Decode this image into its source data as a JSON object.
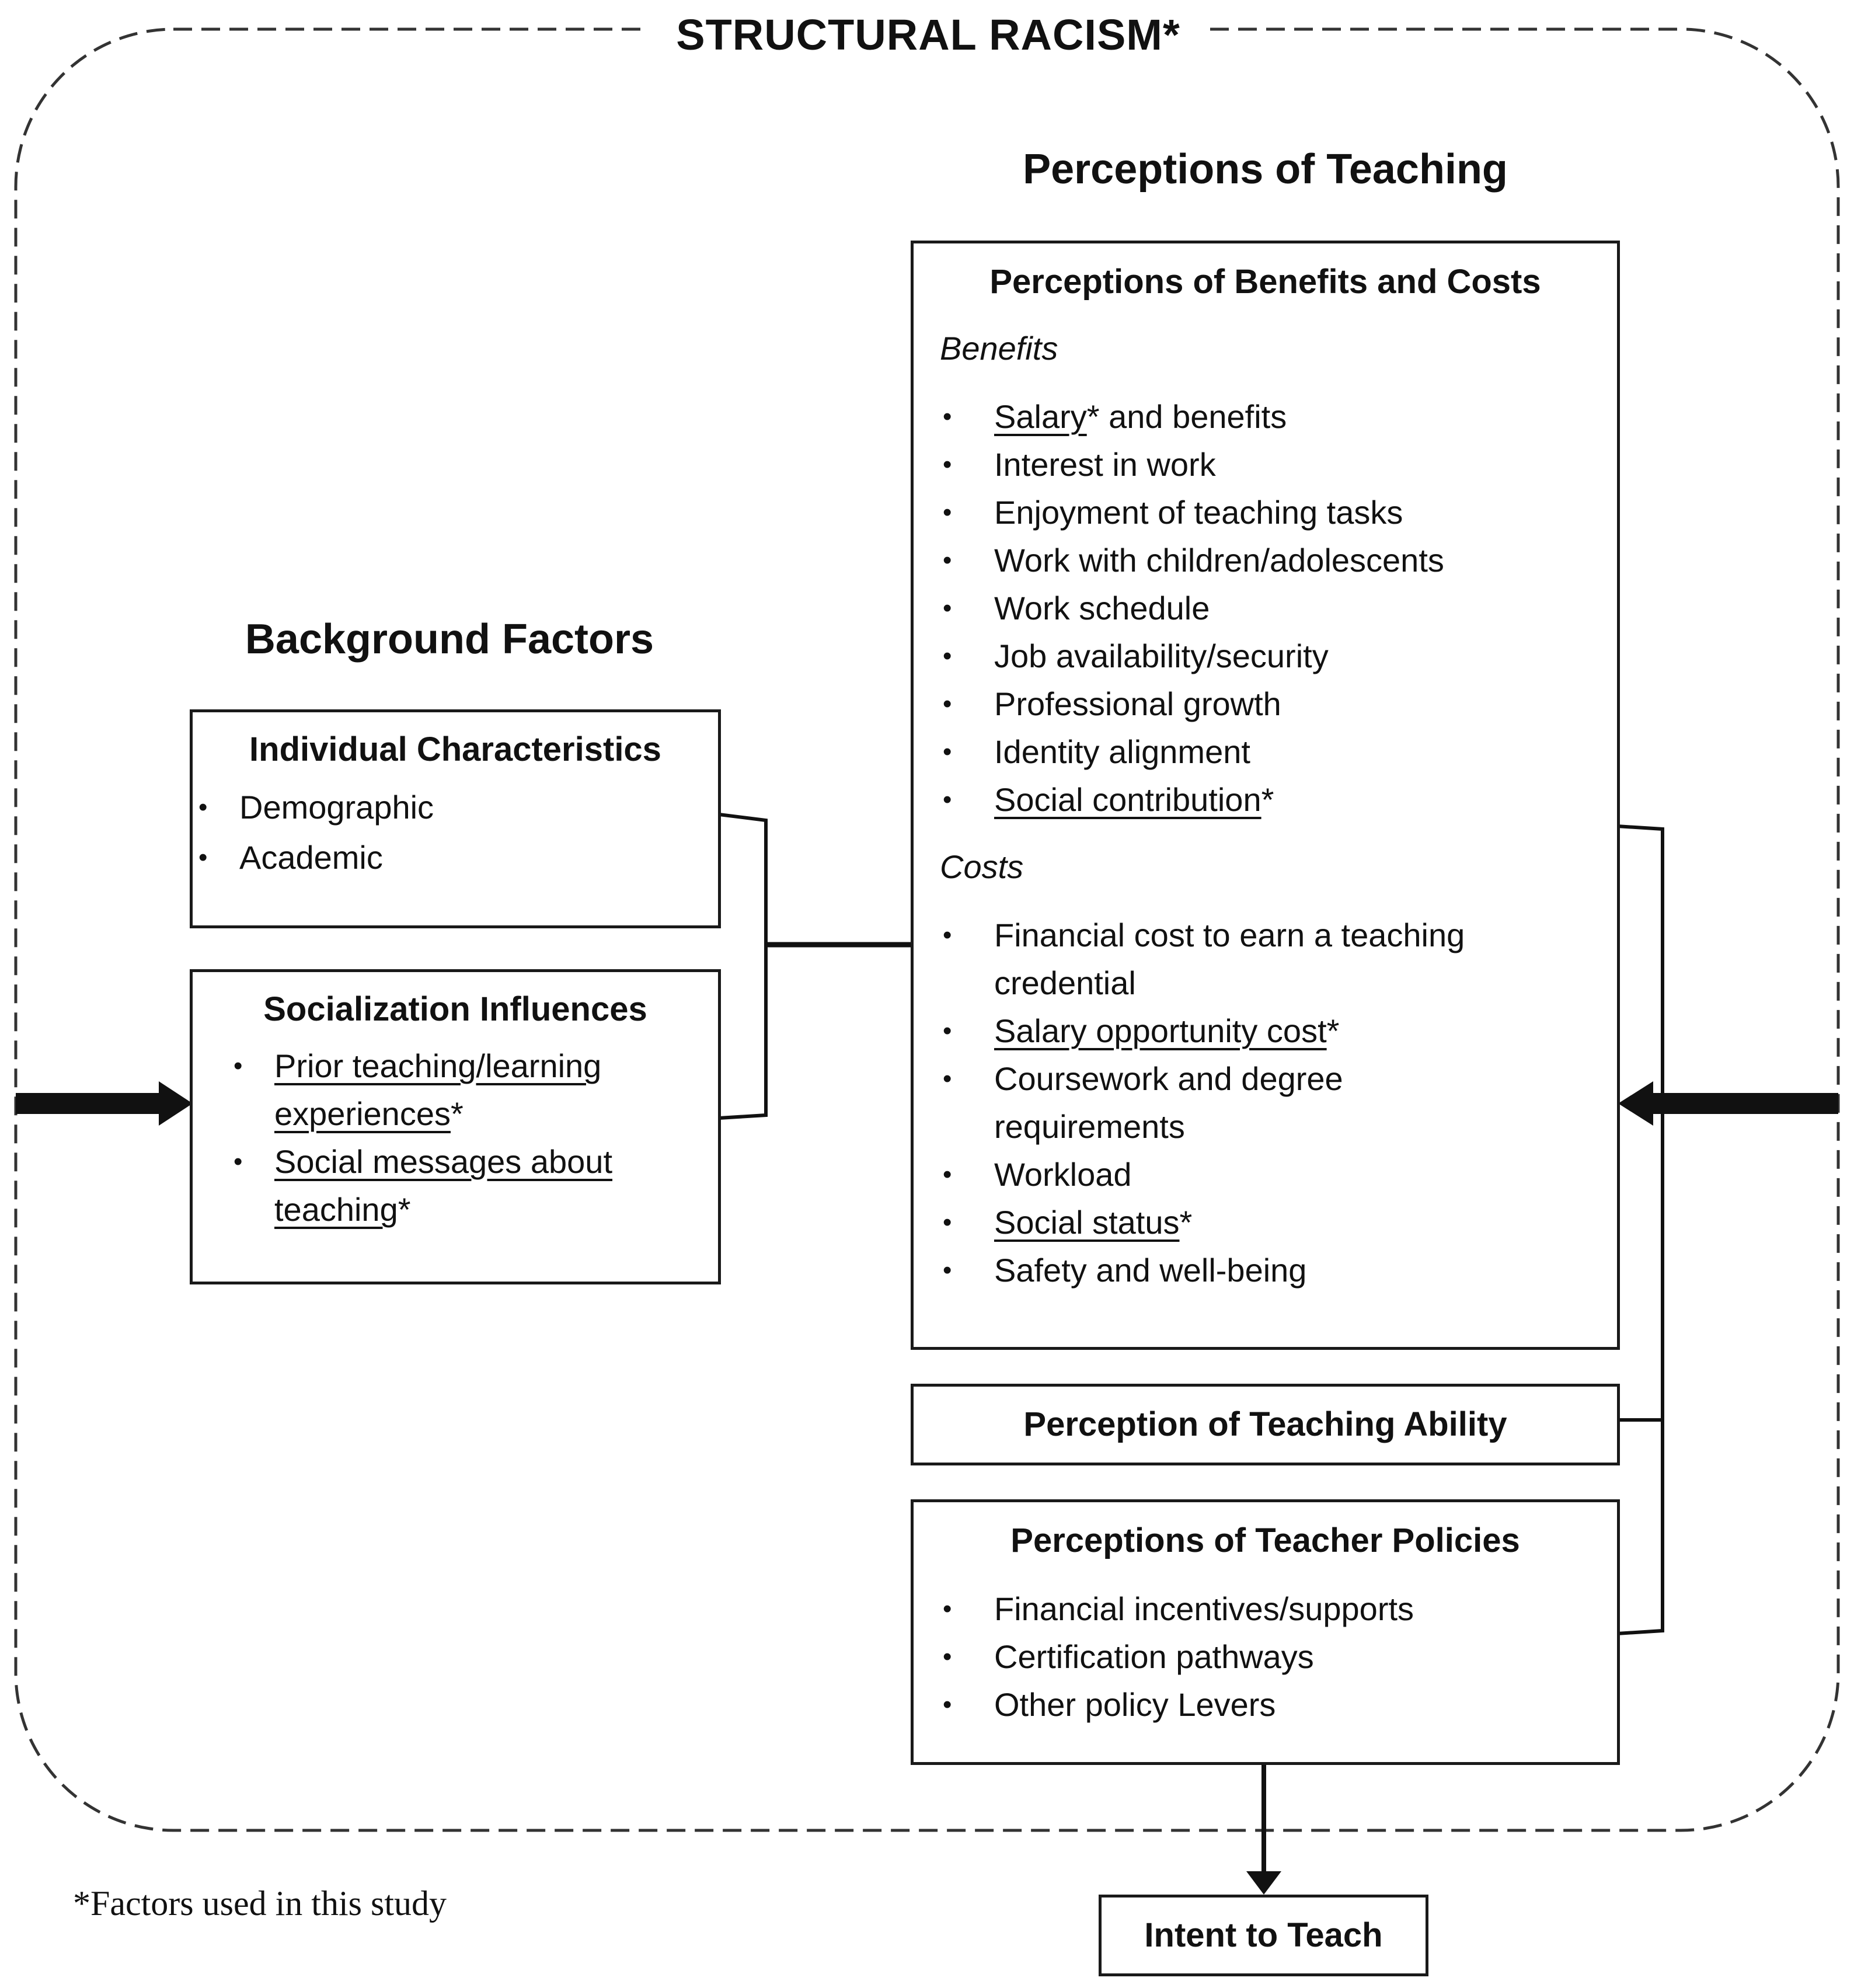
{
  "frame": {
    "title": "STRUCTURAL RACISM*"
  },
  "background_factors": {
    "heading": "Background Factors",
    "individual": {
      "title": "Individual Characteristics",
      "items": [
        "Demographic",
        "Academic"
      ]
    },
    "socialization": {
      "title": "Socialization Influences",
      "items": [
        {
          "line1": "Prior teaching/learning",
          "line2": "experiences",
          "mark": "*"
        },
        {
          "line1": "Social messages about",
          "line2": "teaching",
          "mark": "*"
        }
      ]
    }
  },
  "perceptions": {
    "heading": "Perceptions of Teaching",
    "benefits_costs": {
      "title": "Perceptions of Benefits and Costs",
      "benefits_label": "Benefits",
      "benefits": [
        {
          "underlined": "Salary",
          "rest": "* and benefits"
        },
        {
          "text": "Interest in work"
        },
        {
          "text": "Enjoyment of teaching tasks"
        },
        {
          "text": "Work with children/adolescents"
        },
        {
          "text": "Work schedule"
        },
        {
          "text": "Job availability/security"
        },
        {
          "text": "Professional growth"
        },
        {
          "text": "Identity alignment"
        },
        {
          "underlined": "Social contribution",
          "rest": "*"
        }
      ],
      "costs_label": "Costs",
      "costs": [
        {
          "line1": "Financial cost to earn a teaching",
          "line2": "credential"
        },
        {
          "underlined": "Salary opportunity cost",
          "rest": "*"
        },
        {
          "line1": "Coursework and degree",
          "line2": "requirements"
        },
        {
          "text": "Workload"
        },
        {
          "underlined": "Social status",
          "rest": "*"
        },
        {
          "text": "Safety and well-being"
        }
      ]
    },
    "ability": {
      "title": "Perception of Teaching Ability"
    },
    "policies": {
      "title": "Perceptions of Teacher Policies",
      "items": [
        "Financial incentives/supports",
        "Certification pathways",
        "Other policy Levers"
      ]
    }
  },
  "outcome": {
    "label": "Intent to Teach"
  },
  "footnote": "*Factors used in this study",
  "bullet_glyph": "•"
}
